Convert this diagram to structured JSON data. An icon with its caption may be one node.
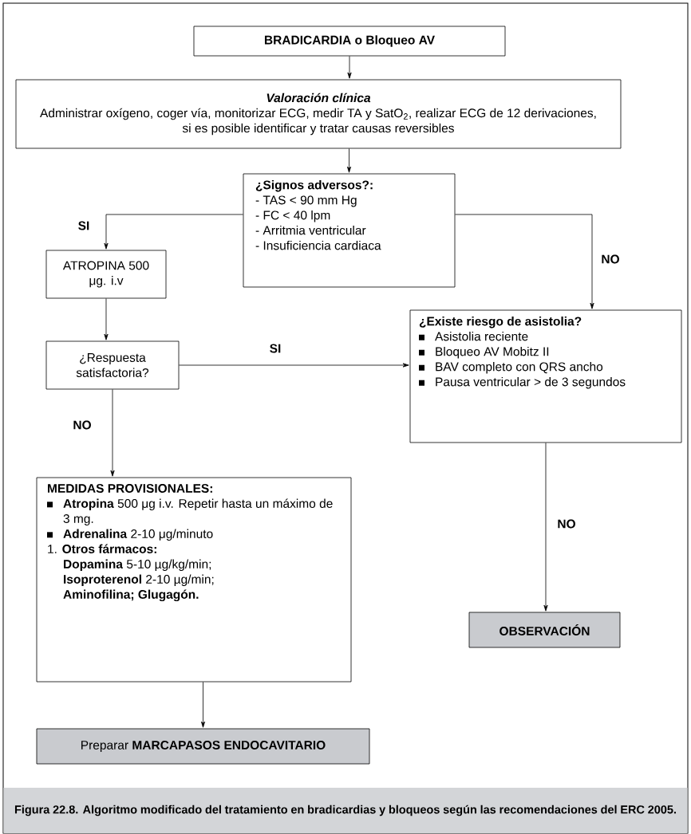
{
  "diagram": {
    "caption": "Figura 22.8. Algoritmo modificado del tratamiento en bradicardias y bloqueos según las recomendaciones del ERC 2005.",
    "nodes": [
      {
        "text": [
          "BRADICARDIA o Bloqueo AV"
        ]
      },
      {
        "text": [
          "Valoración clínica",
          "Administrar oxígeno, coger vía, monitorizar ECG, medir TA y SatO$_{2}$, realizar ECG de 12 derivaciones, si es posible identificar y tratar causas reversibles"
        ]
      },
      {
        "text": [
          "¿Signos adversos?:",
          "- TAS < 90 mm Hg",
          "- FC < 40 lpm",
          "- Arritmia ventricular",
          "- Insuficiencia cardiaca"
        ]
      },
      {
        "text": [
          "ATROPINA 500 μg. i.v"
        ]
      },
      {
        "text": [
          "¿Respuesta satisfactoria?"
        ]
      },
      {
        "text": [
          "¿Existe riesgo de asistolia?",
          "Asistolia reciente",
          "Bloqueo AV Mobitz II",
          "BAV completo con QRS ancho",
          "Pausa ventricular > de 3 segundos"
        ]
      },
      {
        "text": [
          "MEDIDAS PROVISIONALES:",
          "**Atropina** 500 μg i.v. Repetir hasta un máximo de 3 mg.",
          "**Adrenalina** 2-10 μg/minuto",
          "1. **Otros fármacos:**",
          "**Dopamina** 5-10 µg/kg/min;",
          "**Isoproterenol** 2-10 µg/min;",
          "Aminofilina; Glugagón."
        ]
      },
      {
        "text": [
          "OBSERVACIÓN"
        ]
      },
      {
        "text": [
          "Preparar **MARCAPASOS ENDOCAVITARIO**"
        ]
      }
    ],
    "edges": [
      {
        "from": 0,
        "to": 1,
        "arrow": "to"
      },
      {
        "from": 1,
        "to": 2,
        "arrow": "to"
      },
      {
        "from": 2,
        "to": 3,
        "arrow": "to",
        "label": "SI"
      },
      {
        "from": 2,
        "to": 5,
        "arrow": "to",
        "label": "NO"
      },
      {
        "from": 3,
        "to": 4,
        "arrow": "to"
      },
      {
        "from": 4,
        "to": 5,
        "arrow": "to",
        "label": "SI"
      },
      {
        "from": 4,
        "to": 6,
        "arrow": "to",
        "label": "NO"
      },
      {
        "from": 5,
        "to": 7,
        "arrow": "to",
        "label": "NO"
      },
      {
        "from": 6,
        "to": 8,
        "arrow": "to"
      }
    ]
  }
}
